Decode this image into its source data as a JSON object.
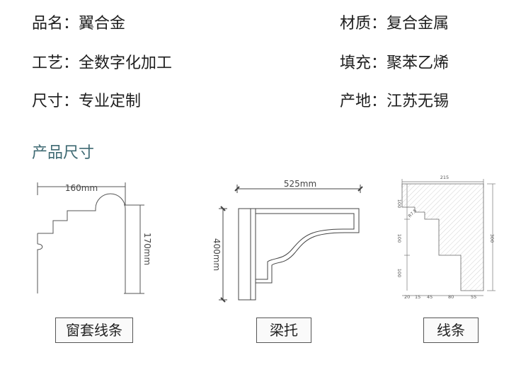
{
  "specs": {
    "name": "品名：翼合金",
    "material": "材质：复合金属",
    "craft": "工艺：全数字化加工",
    "fill": "填充：聚苯乙烯",
    "size": "尺寸：专业定制",
    "origin": "产地：江苏无锡"
  },
  "section_title": "产品尺寸",
  "products": {
    "window": {
      "caption": "窗套线条",
      "width_dim": "160mm",
      "height_dim": "170mm"
    },
    "bracket": {
      "caption": "梁托",
      "width_dim": "525mm",
      "height_dim": "400mm"
    },
    "molding": {
      "caption": "线条",
      "top_dim": "215",
      "right_dim": "300",
      "left_dims": [
        "100",
        "100",
        "100"
      ],
      "radius_label": "R7.5",
      "bottom_dims": [
        "20",
        "15",
        "45",
        "80",
        "55"
      ]
    }
  }
}
